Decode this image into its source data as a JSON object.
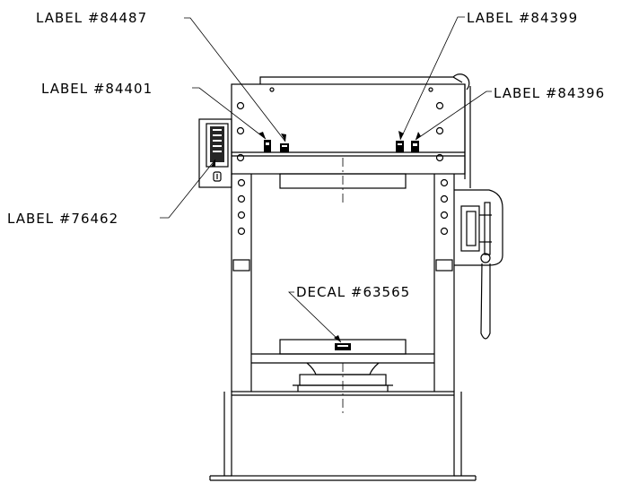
{
  "labels": {
    "label_84487": "LABEL #84487",
    "label_84399": "LABEL #84399",
    "label_84401": "LABEL #84401",
    "label_84396": "LABEL #84396",
    "label_76462": "LABEL #76462",
    "decal_63565": "DECAL #63565"
  },
  "colors": {
    "line": "#000000",
    "background": "#ffffff"
  }
}
